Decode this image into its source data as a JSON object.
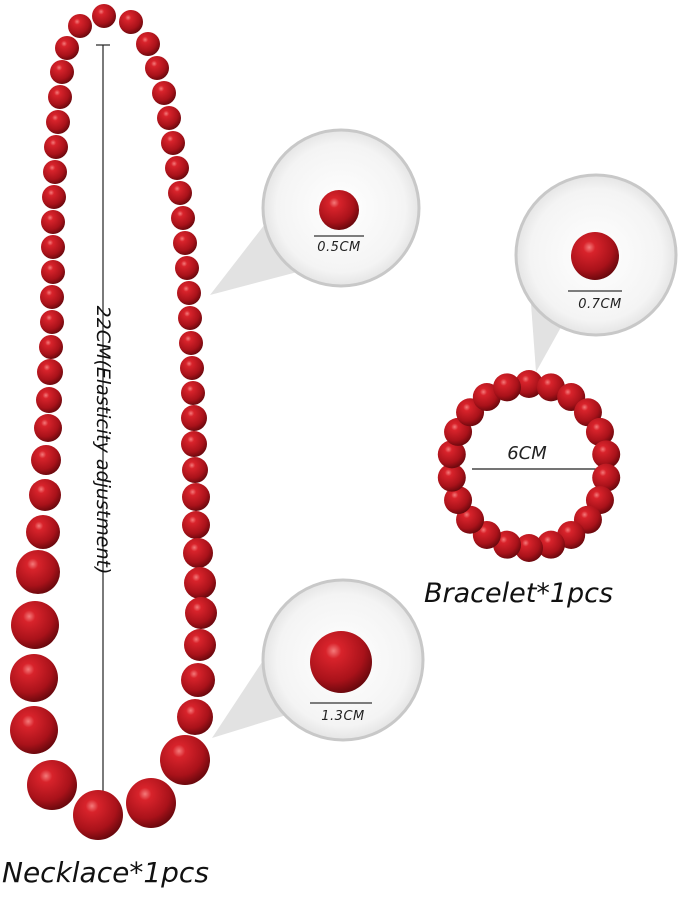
{
  "product": {
    "necklace_label": "Necklace*1pcs",
    "bracelet_label": "Bracelet*1pcs",
    "necklace_length": "22CM(Elasticity adjustment)",
    "bracelet_diameter": "6CM"
  },
  "callouts": [
    {
      "size": "0.5CM"
    },
    {
      "size": "0.7CM"
    },
    {
      "size": "1.3CM"
    }
  ],
  "colors": {
    "bead": "#b3141c",
    "bead_dark": "#6e0a0f",
    "bead_highlight": "#f08080",
    "callout_fill": "#eeeeee",
    "callout_ring": "#c4c4c4"
  }
}
